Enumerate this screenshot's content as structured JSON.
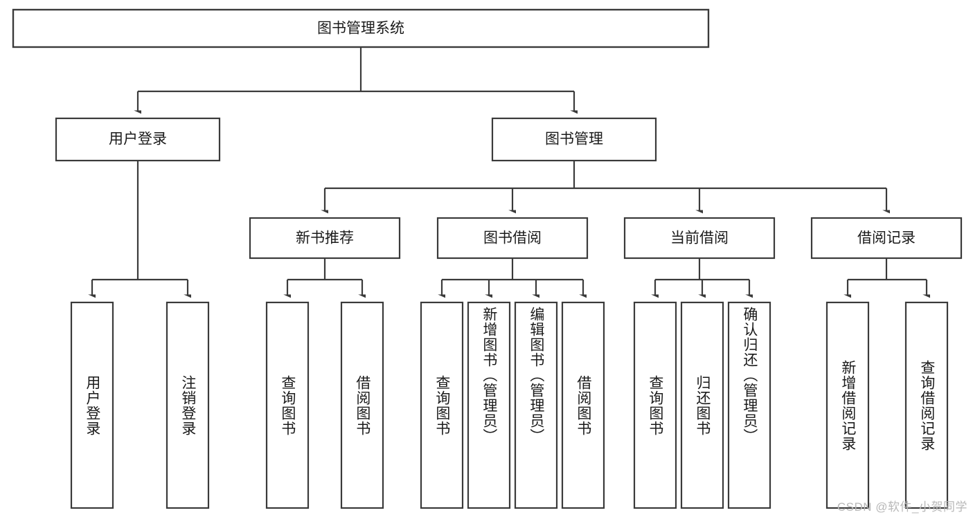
{
  "diagram": {
    "type": "tree",
    "title": "图书管理系统",
    "orientation": "top-down",
    "colors": {
      "box_stroke": "#3a3a3a",
      "box_fill": "#ffffff",
      "text": "#1a1a1a",
      "background": "#ffffff",
      "watermark": "#b8b8b8"
    }
  },
  "root": {
    "label": "图书管理系统"
  },
  "level2": [
    {
      "label": "用户登录"
    },
    {
      "label": "图书管理"
    }
  ],
  "level3": [
    {
      "label": "新书推荐"
    },
    {
      "label": "图书借阅"
    },
    {
      "label": "当前借阅"
    },
    {
      "label": "借阅记录"
    }
  ],
  "leaves": {
    "user_login": [
      {
        "label": "用户登录"
      },
      {
        "label": "注销登录"
      }
    ],
    "new_book_recommend": [
      {
        "label": "查询图书"
      },
      {
        "label": "借阅图书"
      }
    ],
    "book_borrow": [
      {
        "label": "查询图书"
      },
      {
        "label": "新增图书（管理员）"
      },
      {
        "label": "编辑图书（管理员）"
      },
      {
        "label": "借阅图书"
      }
    ],
    "current_borrow": [
      {
        "label": "查询图书"
      },
      {
        "label": "归还图书"
      },
      {
        "label": "确认归还（管理员）"
      }
    ],
    "borrow_record": [
      {
        "label": "新增借阅记录"
      },
      {
        "label": "查询借阅记录"
      }
    ]
  },
  "watermark": {
    "text": "CSDN @软件_小贺同学"
  }
}
